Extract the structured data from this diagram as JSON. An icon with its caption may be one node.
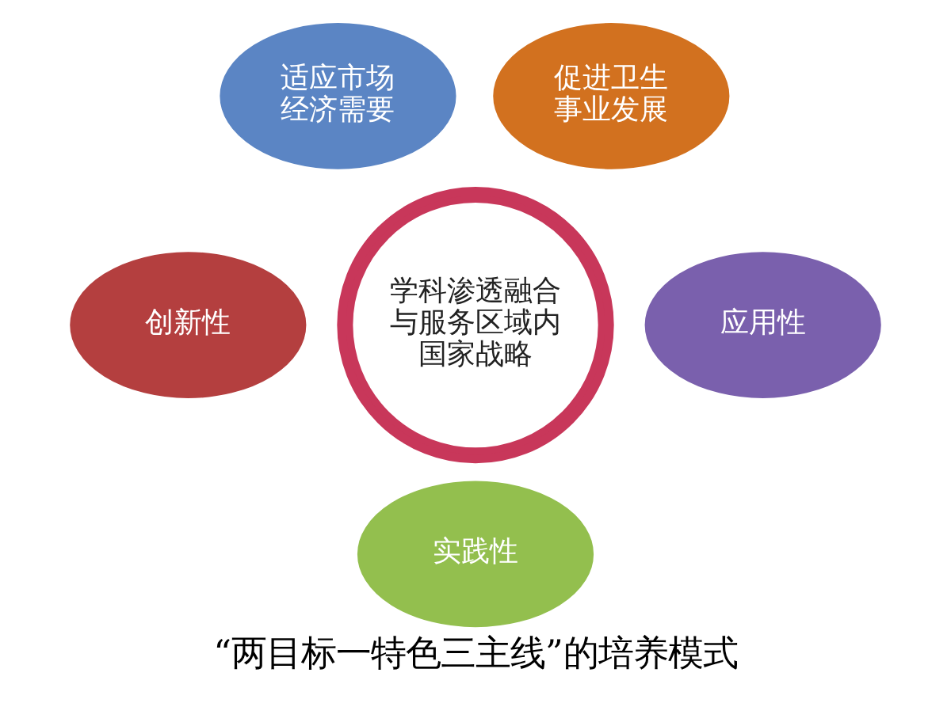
{
  "diagram": {
    "caption": "“两目标一特色三主线”的培养模式",
    "nodes": [
      {
        "text": [
          "学科渗透融合与服务区域内国家战略"
        ]
      },
      {
        "text": [
          "适应市场经济需要"
        ]
      },
      {
        "text": [
          "促进卫生事业发展"
        ]
      },
      {
        "text": [
          "应用性"
        ]
      },
      {
        "text": [
          "实践性"
        ]
      },
      {
        "text": [
          "创新性"
        ]
      }
    ]
  }
}
